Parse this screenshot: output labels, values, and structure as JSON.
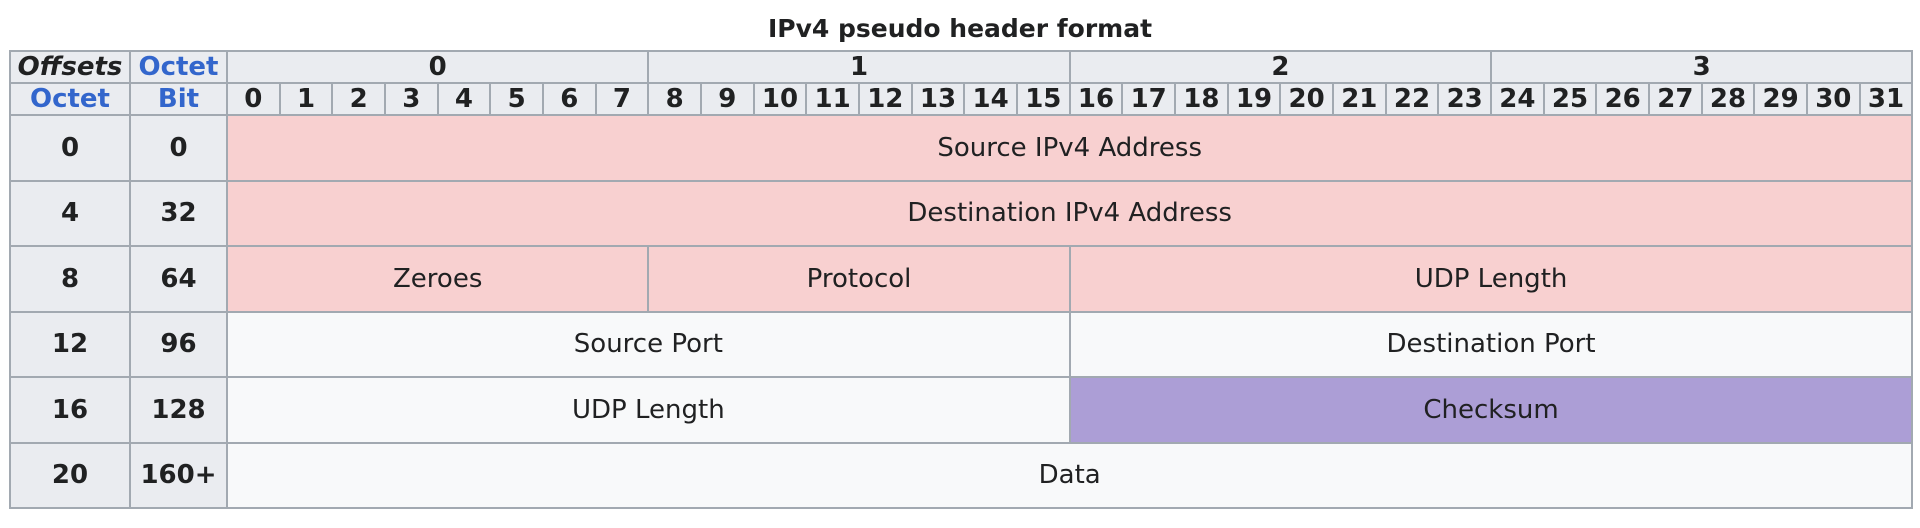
{
  "caption": "IPv4 pseudo header format",
  "corner": {
    "offsets": "Offsets",
    "octet_top": "Octet",
    "octet_left": "Octet",
    "bit": "Bit"
  },
  "octet_headers": [
    "0",
    "1",
    "2",
    "3"
  ],
  "bit_headers": [
    "0",
    "1",
    "2",
    "3",
    "4",
    "5",
    "6",
    "7",
    "8",
    "9",
    "10",
    "11",
    "12",
    "13",
    "14",
    "15",
    "16",
    "17",
    "18",
    "19",
    "20",
    "21",
    "22",
    "23",
    "24",
    "25",
    "26",
    "27",
    "28",
    "29",
    "30",
    "31"
  ],
  "rows": [
    {
      "octet": "0",
      "bit": "0",
      "fields": [
        {
          "label": "Source IPv4 Address",
          "span": 32,
          "color": "pink"
        }
      ]
    },
    {
      "octet": "4",
      "bit": "32",
      "fields": [
        {
          "label": "Destination IPv4 Address",
          "span": 32,
          "color": "pink"
        }
      ]
    },
    {
      "octet": "8",
      "bit": "64",
      "fields": [
        {
          "label": "Zeroes",
          "span": 8,
          "color": "pink"
        },
        {
          "label": "Protocol",
          "span": 8,
          "color": "pink"
        },
        {
          "label": "UDP Length",
          "span": 16,
          "color": "pink"
        }
      ]
    },
    {
      "octet": "12",
      "bit": "96",
      "fields": [
        {
          "label": "Source Port",
          "span": 16,
          "color": "white"
        },
        {
          "label": "Destination Port",
          "span": 16,
          "color": "white"
        }
      ]
    },
    {
      "octet": "16",
      "bit": "128",
      "fields": [
        {
          "label": "UDP Length",
          "span": 16,
          "color": "white"
        },
        {
          "label": "Checksum",
          "span": 16,
          "color": "purple"
        }
      ]
    },
    {
      "octet": "20",
      "bit": "160+",
      "fields": [
        {
          "label": "Data",
          "span": 32,
          "color": "white"
        }
      ]
    }
  ],
  "colors": {
    "pink": "#f8d0d0",
    "white": "#f8f9fa",
    "purple": "#ac9ed6",
    "header": "#eaecf0",
    "accent_blue": "#3366cc",
    "border": "#a2a9b1"
  }
}
